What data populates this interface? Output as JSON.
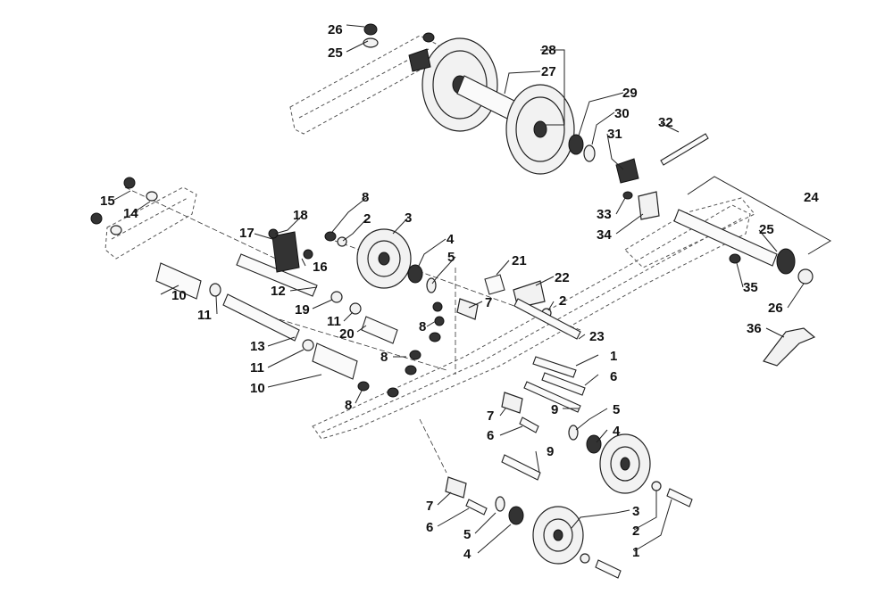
{
  "callouts": [
    {
      "id": "c26a",
      "text": "26"
    },
    {
      "id": "c25a",
      "text": "25"
    },
    {
      "id": "c28",
      "text": "28"
    },
    {
      "id": "c27",
      "text": "27"
    },
    {
      "id": "c29",
      "text": "29"
    },
    {
      "id": "c30",
      "text": "30"
    },
    {
      "id": "c31",
      "text": "31"
    },
    {
      "id": "c32",
      "text": "32"
    },
    {
      "id": "c24",
      "text": "24"
    },
    {
      "id": "c33",
      "text": "33"
    },
    {
      "id": "c34",
      "text": "34"
    },
    {
      "id": "c25b",
      "text": "25"
    },
    {
      "id": "c35",
      "text": "35"
    },
    {
      "id": "c26b",
      "text": "26"
    },
    {
      "id": "c36",
      "text": "36"
    },
    {
      "id": "c15",
      "text": "15"
    },
    {
      "id": "c14",
      "text": "14"
    },
    {
      "id": "c8a",
      "text": "8"
    },
    {
      "id": "c2a",
      "text": "2"
    },
    {
      "id": "c3a",
      "text": "3"
    },
    {
      "id": "c18",
      "text": "18"
    },
    {
      "id": "c17",
      "text": "17"
    },
    {
      "id": "c16",
      "text": "16"
    },
    {
      "id": "c4a",
      "text": "4"
    },
    {
      "id": "c5a",
      "text": "5"
    },
    {
      "id": "c21",
      "text": "21"
    },
    {
      "id": "c22",
      "text": "22"
    },
    {
      "id": "c2b",
      "text": "2"
    },
    {
      "id": "c12",
      "text": "12"
    },
    {
      "id": "c10a",
      "text": "10"
    },
    {
      "id": "c11a",
      "text": "11"
    },
    {
      "id": "c19",
      "text": "19"
    },
    {
      "id": "c7a",
      "text": "7"
    },
    {
      "id": "c8b",
      "text": "8"
    },
    {
      "id": "c11b",
      "text": "11"
    },
    {
      "id": "c20",
      "text": "20"
    },
    {
      "id": "c23",
      "text": "23"
    },
    {
      "id": "c13",
      "text": "13"
    },
    {
      "id": "c11c",
      "text": "11"
    },
    {
      "id": "c8c",
      "text": "8"
    },
    {
      "id": "c1a",
      "text": "1"
    },
    {
      "id": "c10b",
      "text": "10"
    },
    {
      "id": "c6a",
      "text": "6"
    },
    {
      "id": "c8d",
      "text": "8"
    },
    {
      "id": "c9a",
      "text": "9"
    },
    {
      "id": "c7b",
      "text": "7"
    },
    {
      "id": "c5b",
      "text": "5"
    },
    {
      "id": "c6b",
      "text": "6"
    },
    {
      "id": "c4b",
      "text": "4"
    },
    {
      "id": "c9b",
      "text": "9"
    },
    {
      "id": "c7c",
      "text": "7"
    },
    {
      "id": "c3b",
      "text": "3"
    },
    {
      "id": "c6c",
      "text": "6"
    },
    {
      "id": "c2c",
      "text": "2"
    },
    {
      "id": "c5c",
      "text": "5"
    },
    {
      "id": "c1b",
      "text": "1"
    },
    {
      "id": "c4c",
      "text": "4"
    }
  ]
}
